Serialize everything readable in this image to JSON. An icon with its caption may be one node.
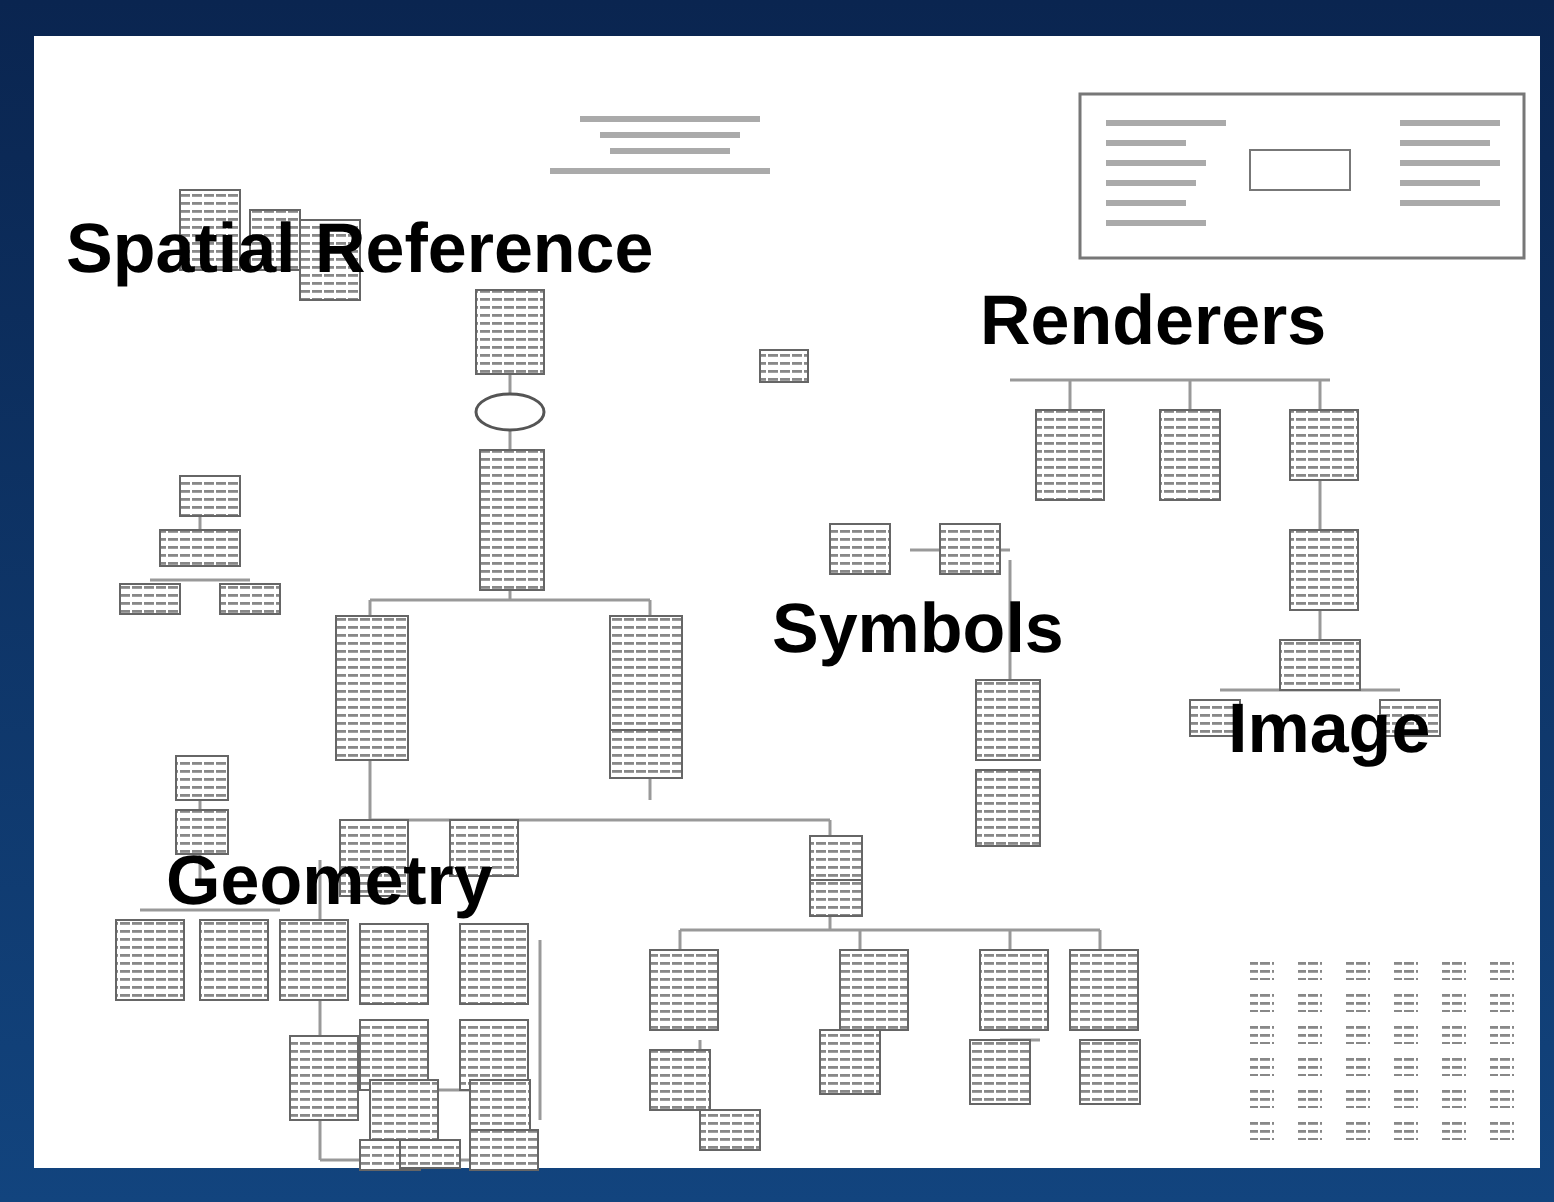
{
  "diagram": {
    "labels": [
      "Spatial Reference",
      "Renderers",
      "Symbols",
      "Image",
      "Geometry"
    ]
  }
}
